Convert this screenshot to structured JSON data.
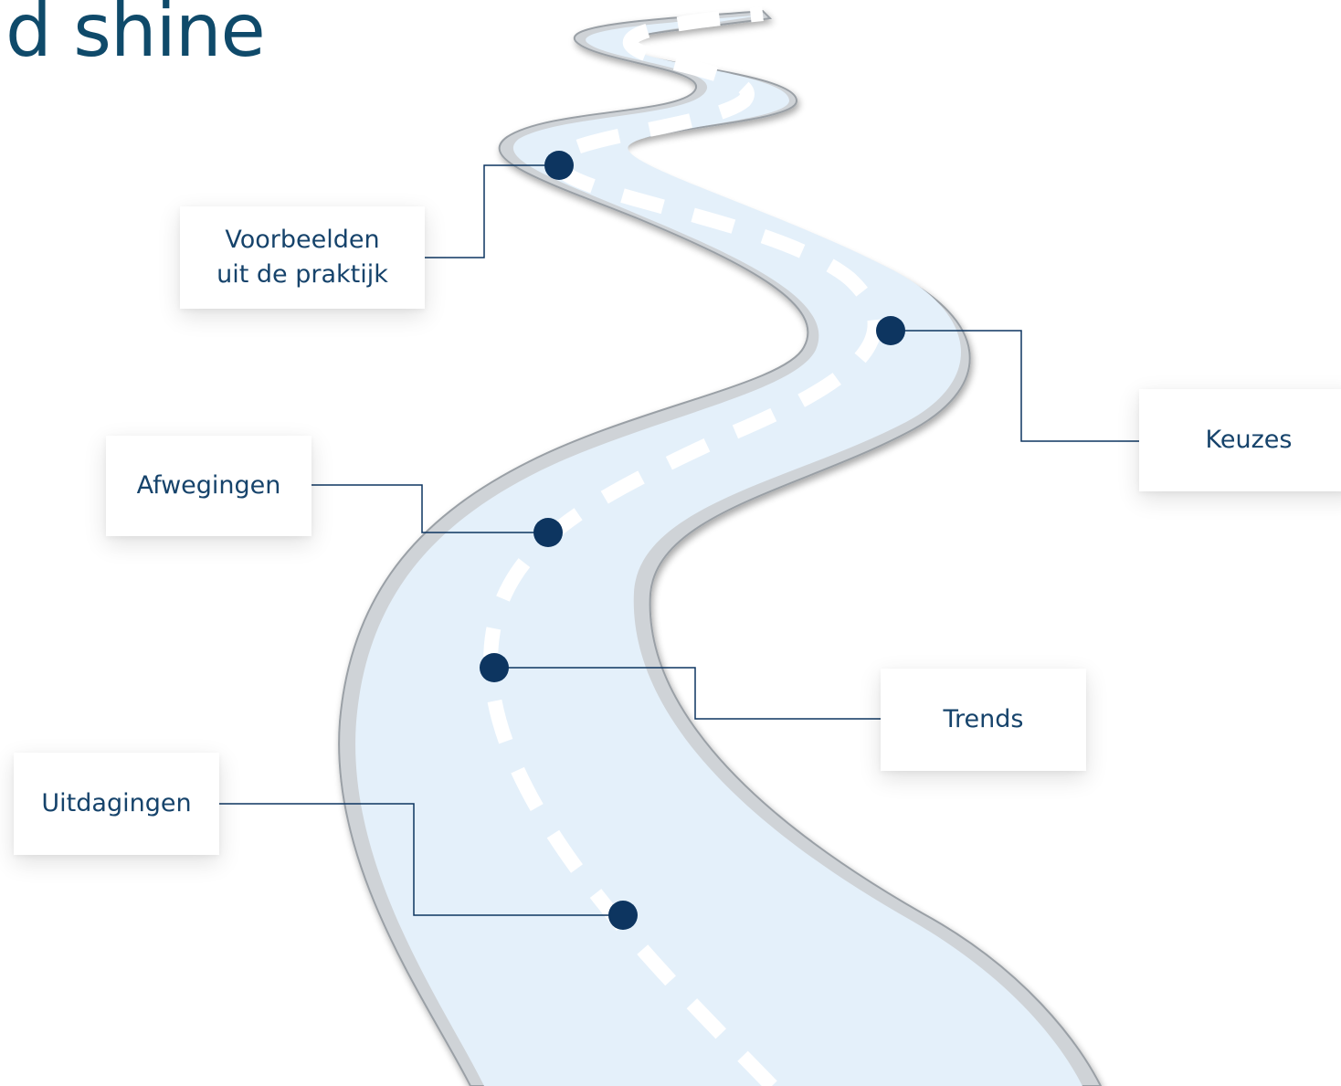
{
  "heading": "d shine",
  "colors": {
    "road_fill": "#e4f0fa",
    "road_edge": "#c9ccd0",
    "marker": "#0d3560",
    "connector": "#0d3560",
    "label_text": "#16436b",
    "heading_text": "#0f4a6a"
  },
  "milestones": [
    {
      "id": "voorbeelden",
      "label_line1": "Voorbeelden",
      "label_line2": "uit de praktijk"
    },
    {
      "id": "keuzes",
      "label": "Keuzes"
    },
    {
      "id": "afwegingen",
      "label": "Afwegingen"
    },
    {
      "id": "trends",
      "label": "Trends"
    },
    {
      "id": "uitdagingen",
      "label": "Uitdagingen"
    }
  ]
}
